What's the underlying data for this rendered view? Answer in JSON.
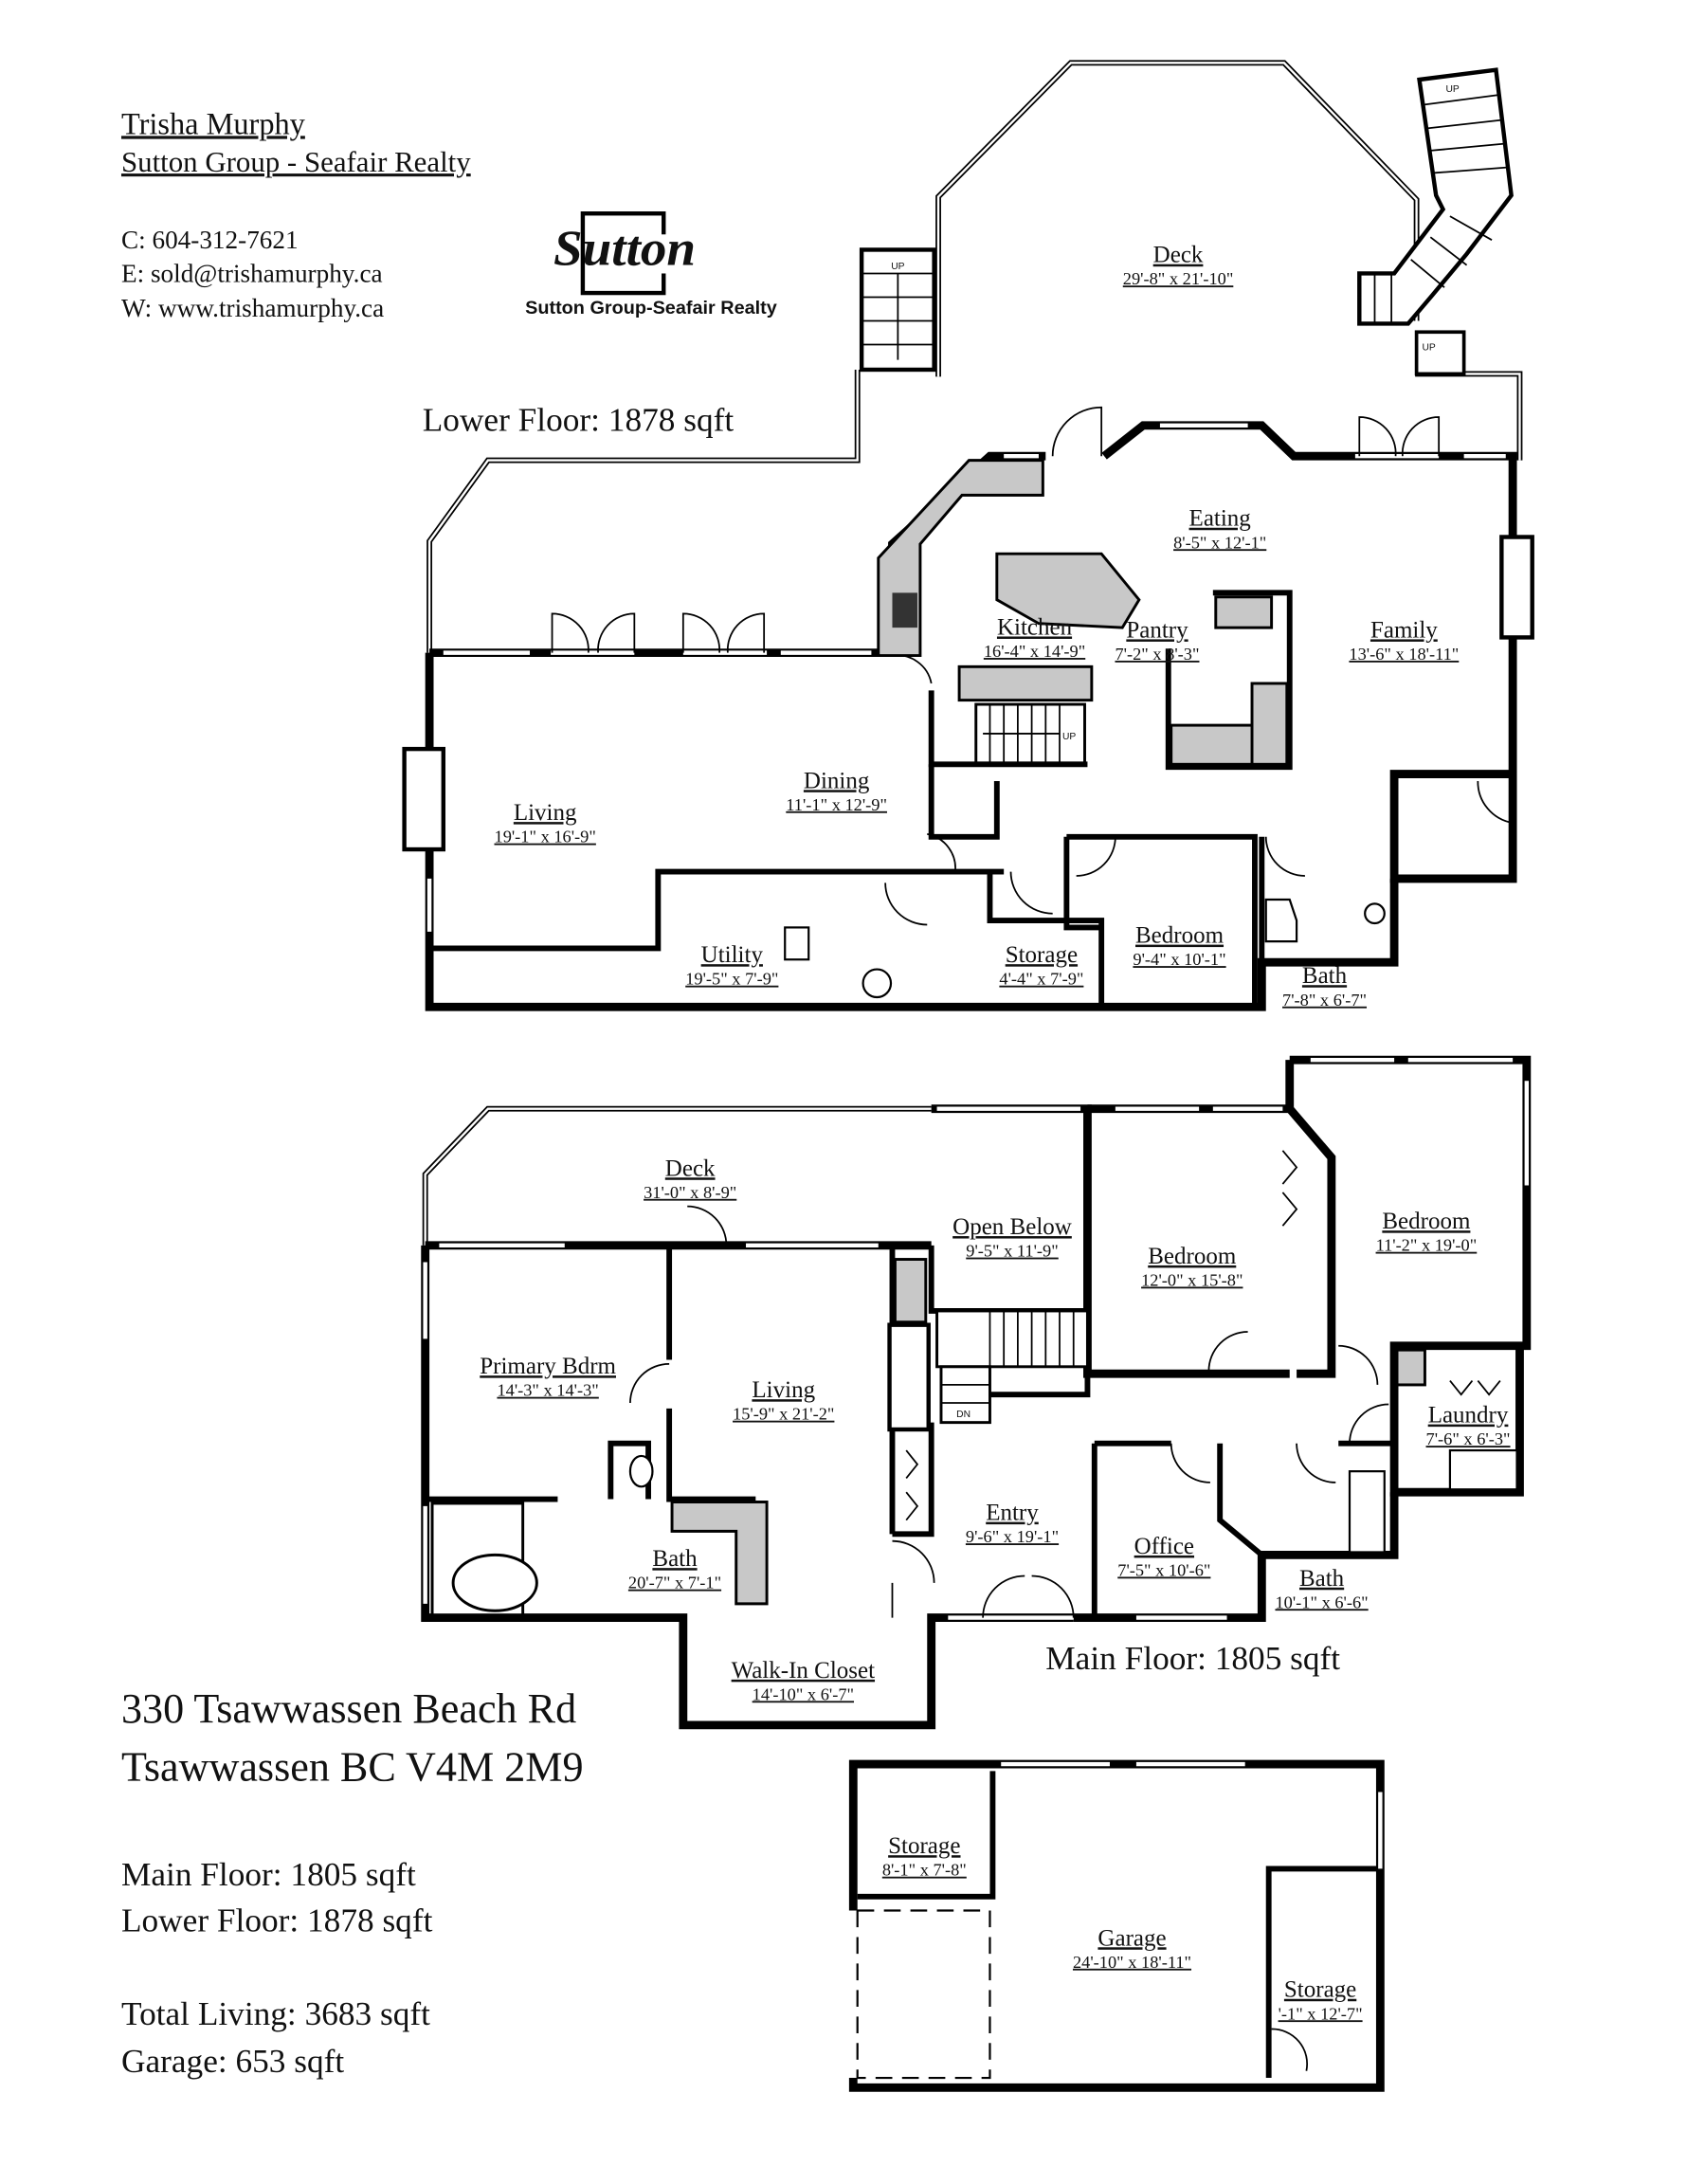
{
  "agent": {
    "name": "Trisha Murphy",
    "brokerage": "Sutton Group - Seafair Realty",
    "phone": "C: 604-312-7621",
    "email": "E: sold@trishamurphy.ca",
    "web": "W: www.trishamurphy.ca"
  },
  "logo": {
    "wordmark": "Sutton",
    "caption": "Sutton Group-Seafair Realty"
  },
  "floors": {
    "lower_title": "Lower Floor: 1878 sqft",
    "main_title": "Main Floor: 1805 sqft"
  },
  "stair_labels": {
    "up": "UP",
    "dn": "DN"
  },
  "lower_rooms": [
    {
      "name": "Deck",
      "dims": "29'-8\" x 21'-10\""
    },
    {
      "name": "Eating",
      "dims": "8'-5\" x 12'-1\""
    },
    {
      "name": "Kitchen",
      "dims": "16'-4\" x 14'-9\""
    },
    {
      "name": "Pantry",
      "dims": "7'-2\" x 8'-3\""
    },
    {
      "name": "Family",
      "dims": "13'-6\" x 18'-11\""
    },
    {
      "name": "Dining",
      "dims": "11'-1\" x 12'-9\""
    },
    {
      "name": "Living",
      "dims": "19'-1\" x 16'-9\""
    },
    {
      "name": "Utility",
      "dims": "19'-5\" x 7'-9\""
    },
    {
      "name": "Storage",
      "dims": "4'-4\" x 7'-9\""
    },
    {
      "name": "Bedroom",
      "dims": "9'-4\" x 10'-1\""
    },
    {
      "name": "Bath",
      "dims": "7'-8\" x 6'-7\""
    }
  ],
  "main_rooms": [
    {
      "name": "Deck",
      "dims": "31'-0\" x 8'-9\""
    },
    {
      "name": "Open Below",
      "dims": "9'-5\" x 11'-9\""
    },
    {
      "name": "Bedroom",
      "dims": "12'-0\" x 15'-8\""
    },
    {
      "name": "Bedroom",
      "dims": "11'-2\" x 19'-0\""
    },
    {
      "name": "Primary Bdrm",
      "dims": "14'-3\" x 14'-3\""
    },
    {
      "name": "Living",
      "dims": "15'-9\" x 21'-2\""
    },
    {
      "name": "Laundry",
      "dims": "7'-6\" x 6'-3\""
    },
    {
      "name": "Entry",
      "dims": "9'-6\" x 19'-1\""
    },
    {
      "name": "Office",
      "dims": "7'-5\" x 10'-6\""
    },
    {
      "name": "Bath",
      "dims": "20'-7\" x 7'-1\""
    },
    {
      "name": "Bath",
      "dims": "10'-1\" x 6'-6\""
    },
    {
      "name": "Walk-In Closet",
      "dims": "14'-10\" x 6'-7\""
    }
  ],
  "garage_rooms": [
    {
      "name": "Storage",
      "dims": "8'-1\" x 7'-8\""
    },
    {
      "name": "Garage",
      "dims": "24'-10\" x 18'-11\""
    },
    {
      "name": "Storage",
      "dims": "'-1\" x 12'-7\""
    }
  ],
  "property": {
    "address_line1": "330 Tsawwassen Beach Rd",
    "address_line2": "Tsawwassen BC V4M 2M9",
    "main_floor": "Main Floor: 1805 sqft",
    "lower_floor": "Lower Floor: 1878 sqft",
    "total_living": "Total Living: 3683 sqft",
    "garage": "Garage: 653 sqft"
  }
}
